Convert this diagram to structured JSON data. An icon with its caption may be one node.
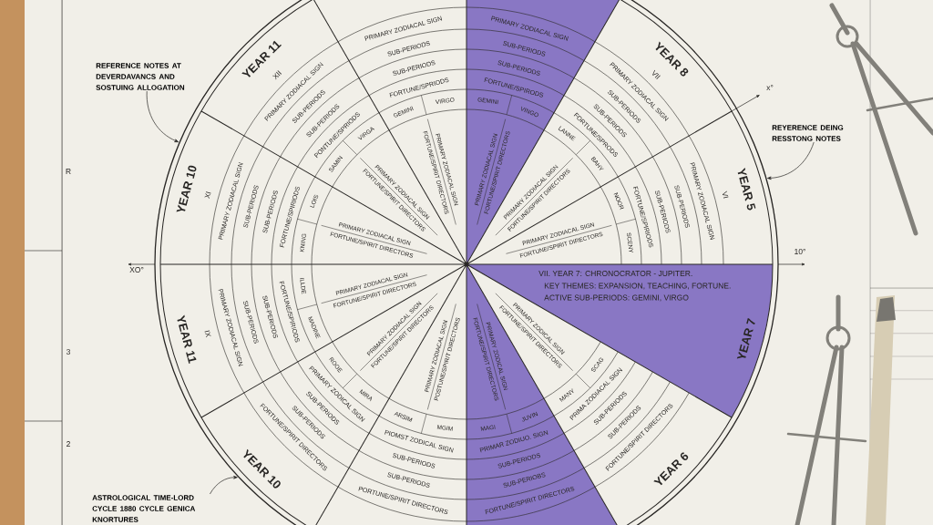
{
  "diagram": {
    "nodes": [
      {
        "text": [
          "REFERENCE NOTES AT DEVERDAVANCS AND SOSTUING ALLOGATION"
        ]
      },
      {
        "text": [
          "REYERENCE DEING RESSTONG NOTES"
        ]
      },
      {
        "text": [
          "ASTROLOGICAL TIME-LORD CYCLE 1880 CYCLE GENICA KNORTURES"
        ]
      },
      {
        "text": [],
        "shape": "circle"
      }
    ],
    "edges": [
      {
        "from": 0,
        "to": 3,
        "arrow": "to"
      },
      {
        "from": 1,
        "to": 3,
        "arrow": "to"
      },
      {
        "from": 2,
        "to": 3,
        "arrow": "to"
      }
    ],
    "labels": [
      "YEAR 11",
      "XII",
      "PRIMARY ZODIACAL SIGN",
      "SUB-PERIODS",
      "SUB-PERIODS",
      "PONTUNE/SPRIODS",
      "SAMIN",
      "VIRGA",
      "PRIMARY ZODIACAL SIGN",
      "FORTUNE/SPIRIT DIRECTORS",
      "PRIMARY ZODIACAL SIGN",
      "SUB-PERIODS",
      "SUB-PERIODS",
      "FORTUNE/SPRIODS",
      "GEMINI",
      "VIRGO",
      "PRIMARY ZODIACAL SIGN",
      "FORTUNE/SPIRIT DIRECTORS",
      "PRIMARY ZODIACAL SIGN",
      "SUB-PERIODS",
      "SUB-PERIODS",
      "FORTUNE/SPIRODS",
      "GEMINI",
      "VINGO",
      "PRIMARY ZODIACAL SIGN",
      "FORTUNE/SPIRIT DIRECTORS",
      "YEAR 10",
      "XI",
      "PRIMARY ZODIACAL SIGN",
      "SUB-PERIODS",
      "SUB-PERIODS",
      "FORTUNE/SPIRIODS",
      "KNING",
      "LOIS",
      "PRIMARY ZODIACAL SIGN",
      "FORTUNE/SPIRIT DIRECTORS",
      "YEAR 8",
      "VII",
      "PRIMARY ZODIACAL SIGN",
      "SUB-PERIODS",
      "SUB-PERIODS",
      "FORTUNE/SPRODS",
      "LANNE",
      "BAHY",
      "PRIMARY ZODIACAL SIGN",
      "FORTUNE/SPIRIT DIRECTORS",
      "PRIMARY ZODIACAL SIGN",
      "FORTUNE/SPIRIT DIRECTORS",
      "NOOR",
      "SCENY",
      "FORTUNE/SPIRIODS",
      "SUB-PERIODS",
      "SUB-PERIODS",
      "PRIMARY ZODIACAL SIGN",
      "VI",
      "YEAR 5",
      "YEAR 11",
      "IX",
      "PRIMARY ZODIACAL SIGN",
      "SUB-PERIODS",
      "SUB-PERIODS",
      "FORTUNE/SPIRIODS",
      "MADINE",
      "ILLDE",
      "PRIMARY ZODIACAL SIGN",
      "FORTUNE/SPIRIT DIRECTORS",
      "VII. YEAR 7: CHRONOCRATOR - JUPITER.",
      "KEY THEMES: EXPANSION, TEACHING, FORTUNE.",
      "ACTIVE SUB-PERIODS: GEMINI, VIRGO",
      "YEAR 7",
      "YEAR 10",
      "FORTUNE/SPIRIT DIRECTORS",
      "SUB-PERIODS",
      "SUB-PERIODS",
      "PRIMARY ZODICAL SIGN",
      "MIRA",
      "ROOE",
      "PRIMARY ZODIACAL SIGN",
      "FORTUNE/SPIRIT DIRECTORS",
      "PORTUNE/SPIRIT DIRECTORS",
      "SUB-PERIODS",
      "SUB-PERIODS",
      "PIOMST ZODICAL SIGN",
      "MGIM",
      "ARSIM",
      "PRIMARY ZODIACAL SIGN",
      "POSTUNE/SPIRIT DIRECTORS",
      "FORTUNE/SPIRIT DIRECTORS",
      "SUB-PERIOBS",
      "SUB-PERIODS",
      "PRIMAR ZODIUO. SIGN",
      "JUVIN",
      "MAGI",
      "PRIMARY ZODICAL SIGN",
      "FORTUNE/SPIRIT DIRECTORS",
      "YEAR 6",
      "FORTUNE/SPIRIT DIRECTORS",
      "SUB-PERIODS",
      "SUB-PERIODS",
      "PRIMA ZODIACAL SIGN",
      "SCAG",
      "MANY",
      "PRIMARY ZODICAL SIGN",
      "FORTUNE/SPIRIT DIRECTORS",
      "x°",
      "10°",
      "XO°",
      "R",
      "3",
      "2"
    ]
  }
}
